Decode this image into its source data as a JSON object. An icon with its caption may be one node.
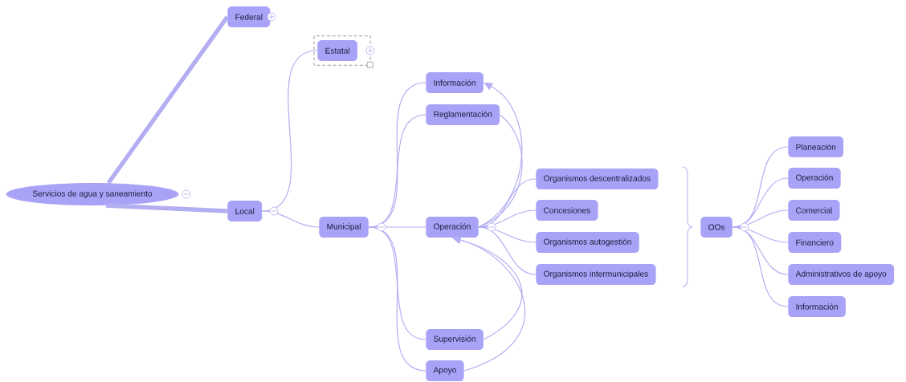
{
  "diagram": {
    "nodes": [
      {
        "text": [
          "Servicios de agua y saneamiento"
        ]
      },
      {
        "text": [
          "Federal"
        ]
      },
      {
        "text": [
          "Estatal"
        ]
      },
      {
        "text": [
          "Local"
        ]
      },
      {
        "text": [
          "Municipal"
        ]
      },
      {
        "text": [
          "Información"
        ]
      },
      {
        "text": [
          "Reglamentación"
        ]
      },
      {
        "text": [
          "Operación"
        ]
      },
      {
        "text": [
          "Organismos descentralizados"
        ]
      },
      {
        "text": [
          "Concesiones"
        ]
      },
      {
        "text": [
          "Organismos autogestión"
        ]
      },
      {
        "text": [
          "Organismos intermunicipales"
        ]
      },
      {
        "text": [
          "Supervisión"
        ]
      },
      {
        "text": [
          "Apoyo"
        ]
      },
      {
        "text": [
          "OOs"
        ]
      },
      {
        "text": [
          "Planeación"
        ]
      },
      {
        "text": [
          "Operación"
        ]
      },
      {
        "text": [
          "Comercial"
        ]
      },
      {
        "text": [
          "Financiero"
        ]
      },
      {
        "text": [
          "Administrativos de apoyo"
        ]
      },
      {
        "text": [
          "Información"
        ]
      }
    ],
    "edges": [
      {
        "from": 0,
        "to": 1,
        "arrow": "none",
        "style": "thick"
      },
      {
        "from": 0,
        "to": 3,
        "arrow": "none",
        "style": "thick"
      },
      {
        "from": 3,
        "to": 2,
        "arrow": "none"
      },
      {
        "from": 3,
        "to": 4,
        "arrow": "none"
      },
      {
        "from": 4,
        "to": 5,
        "arrow": "none"
      },
      {
        "from": 4,
        "to": 6,
        "arrow": "none"
      },
      {
        "from": 4,
        "to": 7,
        "arrow": "none"
      },
      {
        "from": 4,
        "to": 12,
        "arrow": "none"
      },
      {
        "from": 4,
        "to": 13,
        "arrow": "none"
      },
      {
        "from": 7,
        "to": 8,
        "arrow": "none"
      },
      {
        "from": 7,
        "to": 9,
        "arrow": "none"
      },
      {
        "from": 7,
        "to": 10,
        "arrow": "none"
      },
      {
        "from": 7,
        "to": 11,
        "arrow": "none"
      },
      {
        "from": 14,
        "to": 15,
        "arrow": "none"
      },
      {
        "from": 14,
        "to": 16,
        "arrow": "none"
      },
      {
        "from": 14,
        "to": 17,
        "arrow": "none"
      },
      {
        "from": 14,
        "to": 18,
        "arrow": "none"
      },
      {
        "from": 14,
        "to": 19,
        "arrow": "none"
      },
      {
        "from": 14,
        "to": 20,
        "arrow": "none"
      },
      {
        "from": 7,
        "to": 5,
        "arrow": "to"
      },
      {
        "from": 6,
        "to": 7,
        "arrow": "none"
      },
      {
        "from": 12,
        "to": 7,
        "arrow": "to"
      },
      {
        "from": 13,
        "to": 7,
        "arrow": "to"
      }
    ]
  }
}
